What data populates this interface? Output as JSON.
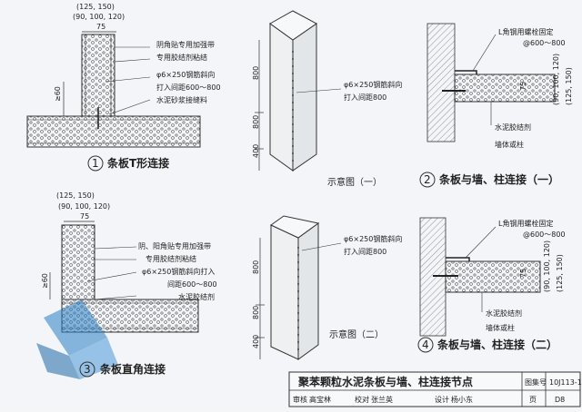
{
  "detail1": {
    "dim_top1": "(125, 150)",
    "dim_top2": "(90, 100, 120)",
    "dim_75": "75",
    "notes": [
      "阴角贴专用加强带",
      "专用胶结剂粘结",
      "φ6×250钢筋斜向",
      "打入间距600～800",
      "水泥砂浆接缝料"
    ],
    "dim_left": "≥60",
    "num": "1",
    "caption": "条板T形连接"
  },
  "diagram1": {
    "dim_800a": "800",
    "dim_800b": "800",
    "dim_400": "400",
    "note1": "φ6×250钢筋斜向",
    "note2": "打入间距800",
    "caption": "示意图（一）"
  },
  "detail2": {
    "note_l": "L角钢用螺栓固定",
    "note_at": "@600～800",
    "dim_side1": "(90, 100, 120)",
    "dim_side2": "(125, 150)",
    "dim_75": "75",
    "note_glue": "水泥胶结剂",
    "note_wall": "墙体或柱",
    "num": "2",
    "caption": "条板与墙、柱连接（一）"
  },
  "detail3": {
    "dim_top1": "(125, 150)",
    "dim_top2": "(90, 100, 120)",
    "dim_75": "75",
    "notes": [
      "阴、阳角贴专用加强带",
      "专用胶结剂粘结",
      "φ6×250钢筋斜向打入",
      "间距600～800",
      "水泥胶结剂"
    ],
    "dim_left": "≥60",
    "num": "3",
    "caption": "条板直角连接"
  },
  "diagram2": {
    "dim_800a": "800",
    "dim_800b": "800",
    "dim_400": "400",
    "note1": "φ6×250钢筋斜向",
    "note2": "打入间距800",
    "caption": "示意图（二）"
  },
  "detail4": {
    "note_l": "L角钢用螺栓固定",
    "note_at": "@600～800",
    "dim_side1": "(90, 100, 120)",
    "dim_side2": "(125, 150)",
    "dim_75": "75",
    "note_glue": "水泥胶结剂",
    "note_wall": "墙体或柱",
    "num": "4",
    "caption": "条板与墙、柱连接（二）"
  },
  "titleblock": {
    "title": "聚苯颗粒水泥条板与墙、柱连接节点",
    "atlas_label": "图集号",
    "atlas_no": "10J113-1",
    "row": [
      "审核",
      "高宝林",
      "校对",
      "张兰英",
      "设计",
      "杨小东",
      "页",
      "D8"
    ]
  },
  "colors": {
    "ink": "#333333",
    "paper": "#f3f5f8",
    "watermark": "#2b7fc4"
  }
}
